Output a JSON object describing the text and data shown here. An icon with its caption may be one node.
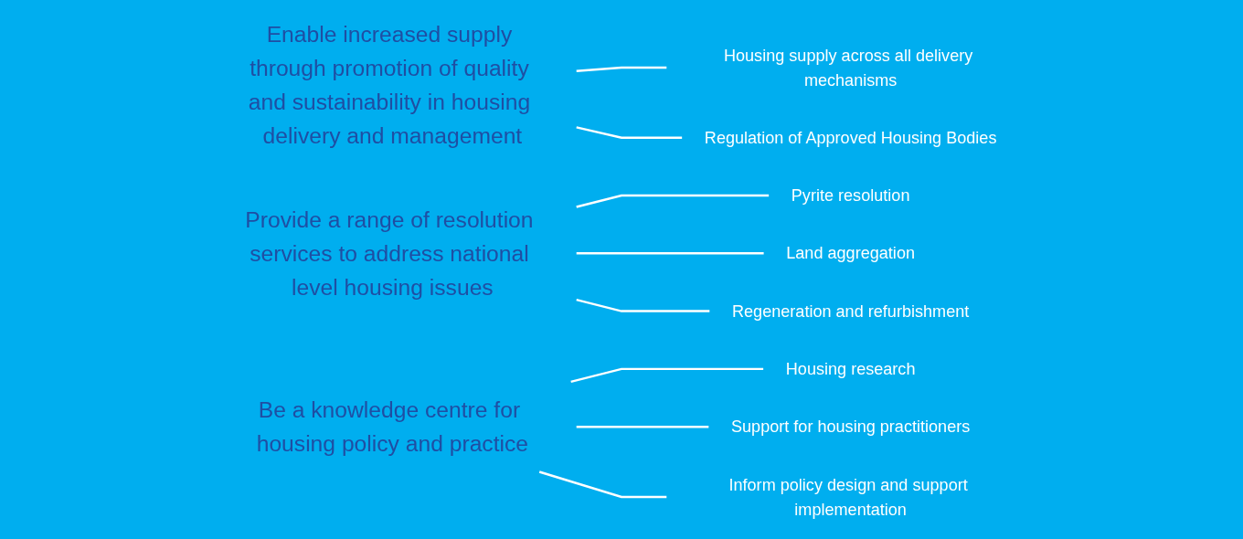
{
  "diagram": {
    "nodes": [
      {
        "text": [
          "Enable increased supply through promotion of quality and sustainability in housing delivery and management"
        ]
      },
      {
        "text": [
          "Housing supply across all delivery mechanisms"
        ]
      },
      {
        "text": [
          "Regulation of Approved Housing Bodies"
        ]
      },
      {
        "text": [
          "Provide a range of resolution services to address national level housing issues"
        ]
      },
      {
        "text": [
          "Pyrite resolution"
        ]
      },
      {
        "text": [
          "Land aggregation"
        ]
      },
      {
        "text": [
          "Regeneration and refurbishment"
        ]
      },
      {
        "text": [
          "Be a knowledge centre for housing policy and practice"
        ]
      },
      {
        "text": [
          "Housing research"
        ]
      },
      {
        "text": [
          "Support for housing practitioners"
        ]
      },
      {
        "text": [
          "Inform policy design and support implementation"
        ]
      }
    ],
    "edges": [
      {
        "from": 0,
        "to": 1,
        "arrow": "none"
      },
      {
        "from": 0,
        "to": 2,
        "arrow": "none"
      },
      {
        "from": 3,
        "to": 4,
        "arrow": "none"
      },
      {
        "from": 3,
        "to": 5,
        "arrow": "none"
      },
      {
        "from": 3,
        "to": 6,
        "arrow": "none"
      },
      {
        "from": 7,
        "to": 8,
        "arrow": "none"
      },
      {
        "from": 7,
        "to": 9,
        "arrow": "none"
      },
      {
        "from": 7,
        "to": 10,
        "arrow": "none"
      }
    ]
  }
}
